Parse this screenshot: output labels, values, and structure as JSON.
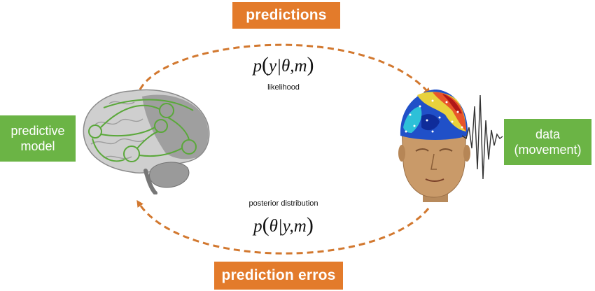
{
  "labels": {
    "predictions": "predictions",
    "prediction_errors": "prediction erros",
    "predictive_model_line1": "predictive",
    "predictive_model_line2": "model",
    "data_line1": "data",
    "data_line2": "(movement)"
  },
  "likelihood": {
    "formula_p": "p",
    "formula_args": "y|θ,m",
    "caption": "likelihood"
  },
  "posterior": {
    "caption": "posterior distribution",
    "formula_p": "p",
    "formula_args": "θ|y,m"
  },
  "colors": {
    "orange": "#e37b2b",
    "green": "#6bb445",
    "arrow": "#d2782f"
  },
  "icons": {
    "brain": "brain-illustration",
    "head": "eeg-head-illustration",
    "signal": "waveform-signal"
  }
}
